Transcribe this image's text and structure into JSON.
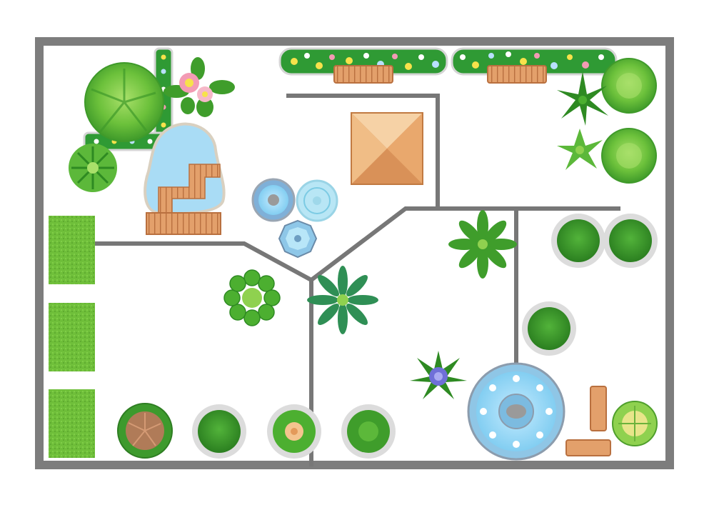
{
  "diagram": {
    "kind": "garden floor plan",
    "colors": {
      "wall": "#7d7d7d",
      "path": "#777777",
      "lawn": "#6fbf3a",
      "lawn_dark": "#5aa52c",
      "water": "#a9dcf5",
      "water_edge": "#d9d0c0",
      "wood": "#e3a06b",
      "wood_dark": "#b9703f",
      "pot": "#dcdcdc",
      "leaf_light": "#8fd14f",
      "leaf_mid": "#4caf30",
      "leaf_dark": "#2e8a22",
      "flower_pink": "#f39bb4",
      "flower_yellow": "#f7e24b",
      "flower_blue": "#6f6fd8",
      "gazebo_light": "#f4c48e",
      "gazebo_dark": "#d99158"
    },
    "elements": [
      "outer-wall",
      "garden-paths",
      "pond",
      "wooden-bridge",
      "wooden-deck",
      "flower-beds",
      "benches",
      "gazebo",
      "fountains",
      "round-fountain-pool",
      "lawn-patches",
      "trees",
      "shrubs",
      "potted-plants",
      "palms",
      "flowers"
    ]
  }
}
